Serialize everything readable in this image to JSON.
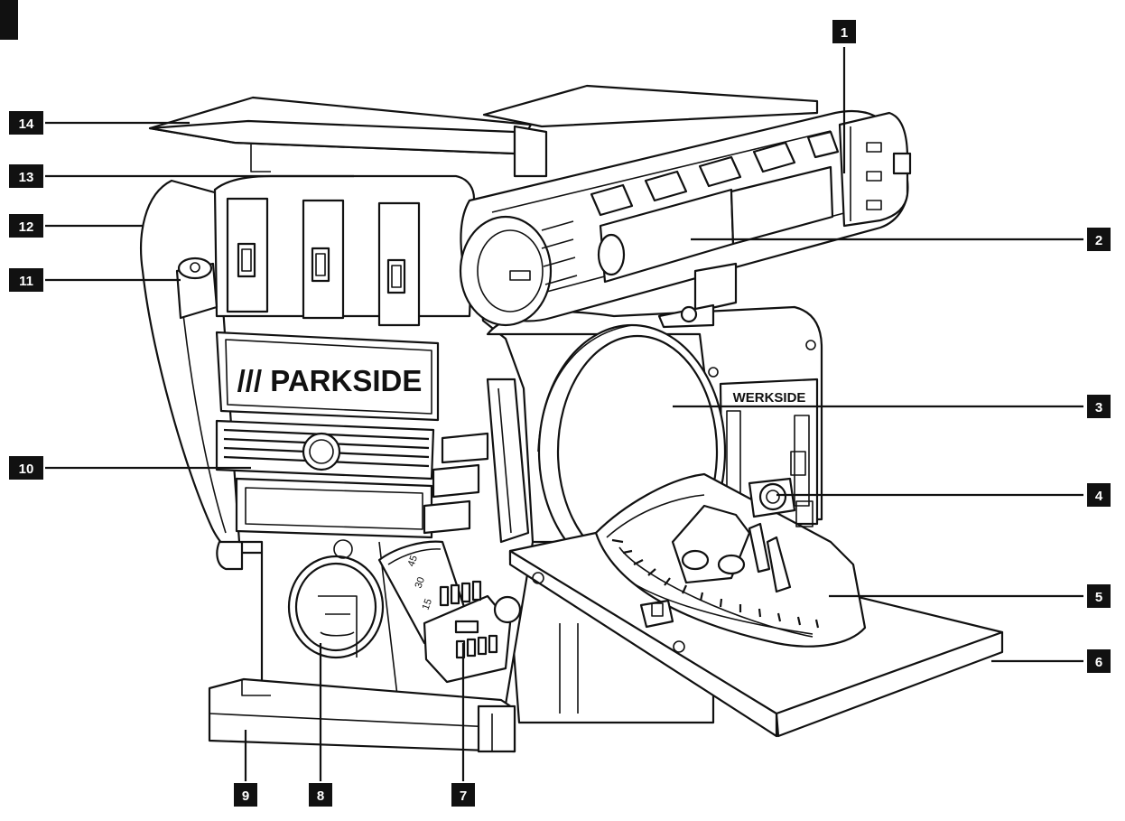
{
  "figure_marker": "",
  "brand": {
    "main": "/// PARKSIDE",
    "secondary": "WERKSIDE"
  },
  "scale_labels": [
    "45",
    "30",
    "15"
  ],
  "callouts": [
    {
      "id": "1",
      "label": "1",
      "part": "belt-tension-roller"
    },
    {
      "id": "2",
      "label": "2",
      "part": "sanding-belt"
    },
    {
      "id": "3",
      "label": "3",
      "part": "sanding-disc"
    },
    {
      "id": "4",
      "label": "4",
      "part": "table-locking-knob"
    },
    {
      "id": "5",
      "label": "5",
      "part": "miter-gauge"
    },
    {
      "id": "6",
      "label": "6",
      "part": "worktable"
    },
    {
      "id": "7",
      "label": "7",
      "part": "table-angle-knob"
    },
    {
      "id": "8",
      "label": "8",
      "part": "dust-extraction-port"
    },
    {
      "id": "9",
      "label": "9",
      "part": "base"
    },
    {
      "id": "10",
      "label": "10",
      "part": "ventilation-grille"
    },
    {
      "id": "11",
      "label": "11",
      "part": "belt-tilt-screw"
    },
    {
      "id": "12",
      "label": "12",
      "part": "motor-housing"
    },
    {
      "id": "13",
      "label": "13",
      "part": "belt-guard"
    },
    {
      "id": "14",
      "label": "14",
      "part": "end-stop-plate"
    }
  ],
  "colors": {
    "ink": "#111111",
    "paper": "#ffffff"
  }
}
